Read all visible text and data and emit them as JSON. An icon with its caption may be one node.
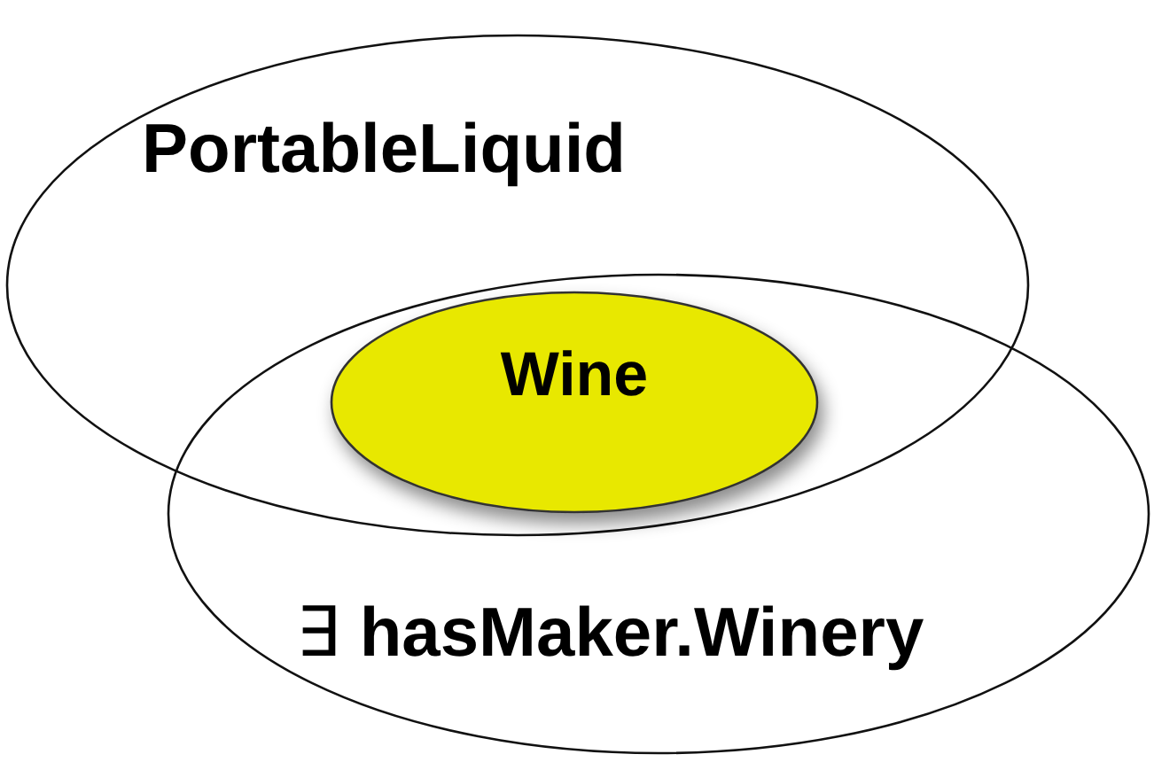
{
  "diagram": {
    "nodes": [
      {
        "text": [
          "PortableLiquid"
        ]
      },
      {
        "text": [
          "∃ **hasMaker.Winery**"
        ]
      },
      {
        "text": [
          "Wine"
        ]
      }
    ]
  }
}
